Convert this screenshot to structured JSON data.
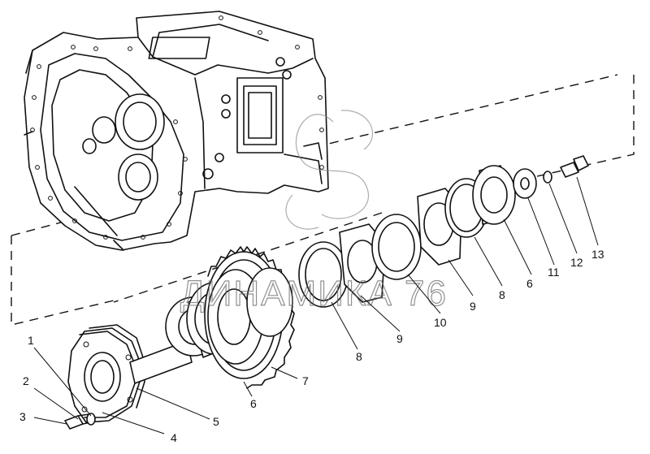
{
  "watermark": {
    "text": "ДИНАМИКА 76"
  },
  "labels": [
    {
      "id": "l1",
      "text": "1"
    },
    {
      "id": "l2",
      "text": "2"
    },
    {
      "id": "l3",
      "text": "3"
    },
    {
      "id": "l4",
      "text": "4"
    },
    {
      "id": "l5",
      "text": "5"
    },
    {
      "id": "l6a",
      "text": "6"
    },
    {
      "id": "l7",
      "text": "7"
    },
    {
      "id": "l8a",
      "text": "8"
    },
    {
      "id": "l9a",
      "text": "9"
    },
    {
      "id": "l10",
      "text": "10"
    },
    {
      "id": "l9b",
      "text": "9"
    },
    {
      "id": "l8b",
      "text": "8"
    },
    {
      "id": "l6b",
      "text": "6"
    },
    {
      "id": "l11",
      "text": "11"
    },
    {
      "id": "l12",
      "text": "12"
    },
    {
      "id": "l13",
      "text": "13"
    }
  ]
}
